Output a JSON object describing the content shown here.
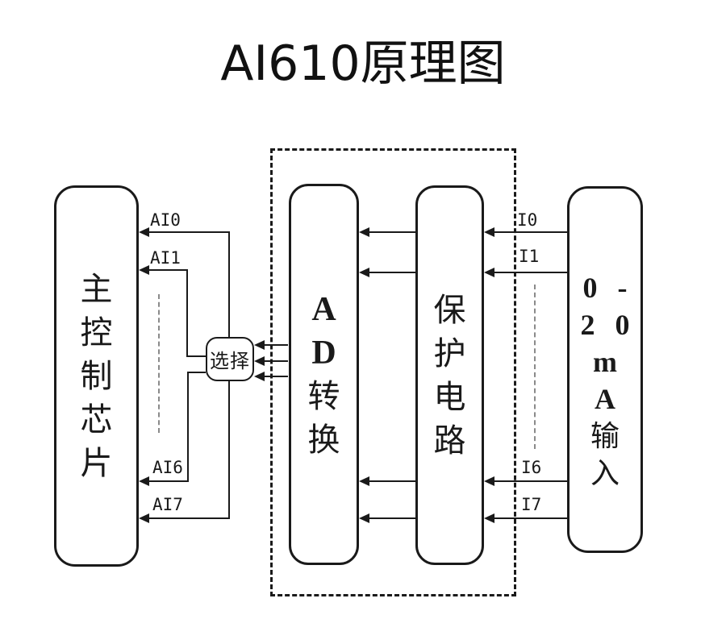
{
  "title": "AI610原理图",
  "colors": {
    "ink": "#1a1a1a",
    "ellipsis_gray": "#8a8a8a",
    "background": "#ffffff"
  },
  "blocks": {
    "chip": {
      "name": "主控制芯片",
      "chars": [
        "主",
        "控",
        "制",
        "芯",
        "片"
      ]
    },
    "adc": {
      "name": "AD转换",
      "chars": [
        "A",
        "D",
        "转",
        "换"
      ]
    },
    "protection": {
      "name": "保护电路",
      "chars": [
        "保",
        "护",
        "电",
        "路"
      ]
    },
    "input": {
      "name": "0-20mA输入",
      "rows": [
        "0 -",
        "2 0",
        "m",
        "A",
        "输",
        "入"
      ]
    },
    "selector": {
      "label": "选择"
    }
  },
  "signals": {
    "chip_wires": [
      "AI0",
      "AI1",
      "AI6",
      "AI7"
    ],
    "input_wires": [
      "I0",
      "I1",
      "I6",
      "I7"
    ]
  }
}
